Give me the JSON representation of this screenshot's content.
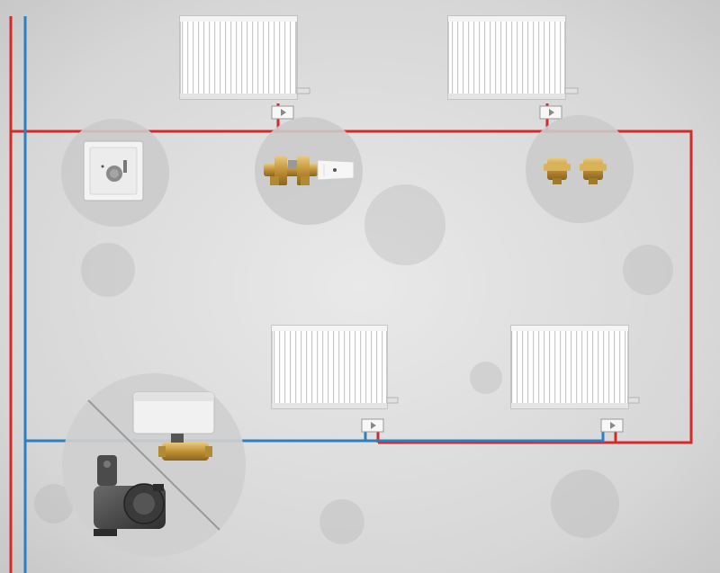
{
  "colors": {
    "wall": "#d9d9d9",
    "wall_light": "#e6e6e6",
    "wall_dark": "#c8c8c8",
    "supply_pipe": "#d42a2a",
    "return_pipe": "#2d7fc1",
    "radiator": "#ffffff",
    "radiator_fin": "#cfcfcf",
    "inset_circle": "#cfcfcf",
    "brass": "#c9a24a",
    "pump_body": "#4a4a4a"
  },
  "components": {
    "radiators": [
      "radiator-top-left",
      "radiator-top-right",
      "radiator-bottom-left",
      "radiator-bottom-right"
    ],
    "insets": [
      "thermostat",
      "thermostatic-valve",
      "shutoff-valves",
      "zone-valve-and-pump"
    ],
    "icons": [
      "thermostat-icon",
      "thermostatic-valve-icon",
      "shutoff-valve-icon",
      "zone-valve-actuator-icon",
      "circulation-pump-icon"
    ]
  }
}
